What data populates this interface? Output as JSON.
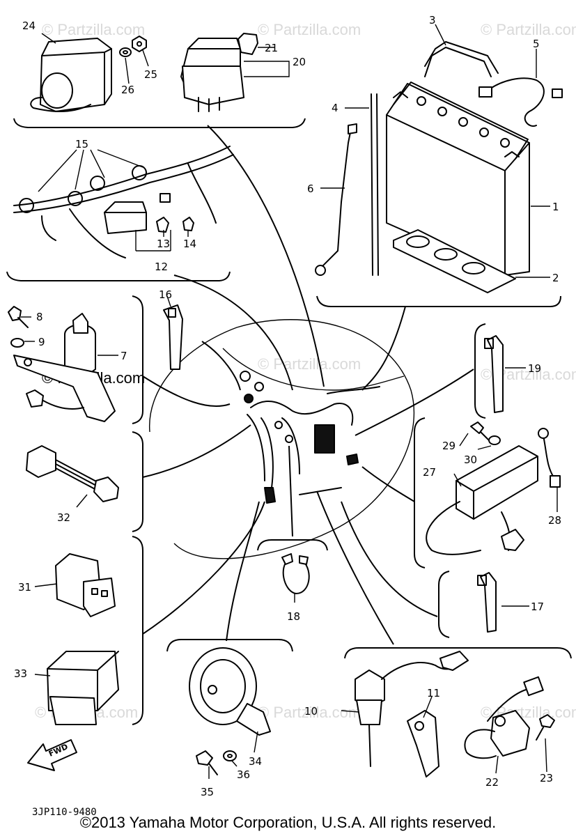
{
  "diagram_code": "3JP110-9480",
  "copyright": "©2013 Yamaha Motor Corporation, U.S.A. All rights reserved.",
  "watermark": "© Partzilla.com",
  "fwd_label": "FWD",
  "callouts": {
    "c1": "1",
    "c2": "2",
    "c3": "3",
    "c4": "4",
    "c5": "5",
    "c6": "6",
    "c7": "7",
    "c8": "8",
    "c9": "9",
    "c10": "10",
    "c11": "11",
    "c12": "12",
    "c13": "13",
    "c14": "14",
    "c15": "15",
    "c16": "16",
    "c17": "17",
    "c18": "18",
    "c19": "19",
    "c20": "20",
    "c21": "21",
    "c22": "22",
    "c23": "23",
    "c24": "24",
    "c25": "25",
    "c26": "26",
    "c27": "27",
    "c28": "28",
    "c29": "29",
    "c30": "30",
    "c31": "31",
    "c32": "32",
    "c33": "33",
    "c34": "34",
    "c35": "35",
    "c36": "36"
  }
}
